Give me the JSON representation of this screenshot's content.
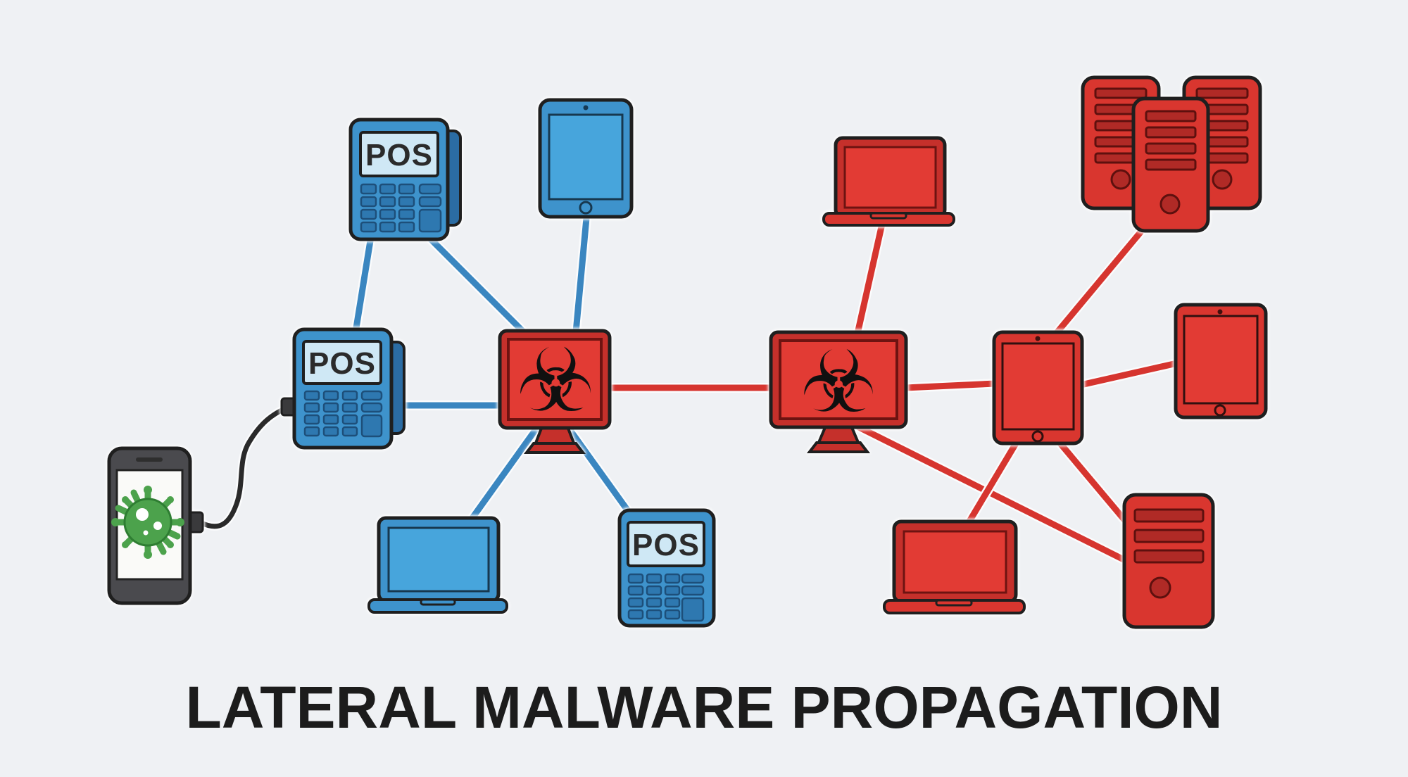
{
  "title": "LATERAL MALWARE PROPAGATION",
  "labels": {
    "pos": "POS",
    "biohazard_icon": "☣"
  },
  "colors": {
    "background": "#eff1f4",
    "blue_device": "#3e93cc",
    "blue_dark": "#2b6ca3",
    "blue_screen": "#cfe8f5",
    "blue_tablet_screen": "#47a5dc",
    "key_blue": "#2e78b0",
    "blue_line": "#3a86c0",
    "red_device": "#d9362f",
    "red_frame": "#c5302b",
    "red_screen": "#e23b34",
    "red_dark": "#b02a26",
    "red_line": "#d6352f",
    "phone_gray": "#4a4a4e",
    "virus_green": "#4ca24c",
    "virus_green_dark": "#2e7d32",
    "outline": "#1f1f1f",
    "title_color": "#1c1c1c"
  },
  "diagram": {
    "nodes": [
      {
        "id": "smartphone",
        "type": "smartphone",
        "status": "infection-source",
        "icon": "virus-icon"
      },
      {
        "id": "pos-terminal-1",
        "type": "pos-terminal",
        "label": "POS",
        "status": "clean-blue"
      },
      {
        "id": "pos-terminal-2",
        "type": "pos-terminal",
        "label": "POS",
        "status": "clean-blue"
      },
      {
        "id": "tablet-1",
        "type": "tablet",
        "status": "clean-blue"
      },
      {
        "id": "laptop-1",
        "type": "laptop",
        "status": "clean-blue"
      },
      {
        "id": "pos-terminal-3",
        "type": "pos-terminal",
        "label": "POS",
        "status": "clean-blue"
      },
      {
        "id": "desktop-1",
        "type": "desktop-monitor",
        "status": "infected-red",
        "icon": "biohazard-icon"
      },
      {
        "id": "desktop-2",
        "type": "desktop-monitor",
        "status": "infected-red",
        "icon": "biohazard-icon"
      },
      {
        "id": "laptop-2",
        "type": "laptop",
        "status": "infected-red"
      },
      {
        "id": "server-cluster",
        "type": "server-rack-group",
        "status": "infected-red"
      },
      {
        "id": "tablet-2",
        "type": "tablet",
        "status": "infected-red"
      },
      {
        "id": "tablet-3",
        "type": "tablet",
        "status": "infected-red"
      },
      {
        "id": "laptop-3",
        "type": "laptop",
        "status": "infected-red"
      },
      {
        "id": "server-1",
        "type": "server-tower",
        "status": "infected-red"
      }
    ],
    "edges": [
      {
        "from": "smartphone",
        "to": "pos-terminal-2",
        "kind": "usb-cable",
        "color": "black"
      },
      {
        "from": "pos-terminal-1",
        "to": "pos-terminal-2",
        "color": "blue"
      },
      {
        "from": "pos-terminal-1",
        "to": "desktop-1",
        "color": "blue"
      },
      {
        "from": "tablet-1",
        "to": "desktop-1",
        "color": "blue"
      },
      {
        "from": "pos-terminal-2",
        "to": "desktop-1",
        "color": "blue"
      },
      {
        "from": "laptop-1",
        "to": "desktop-1",
        "color": "blue"
      },
      {
        "from": "pos-terminal-3",
        "to": "desktop-1",
        "color": "blue"
      },
      {
        "from": "desktop-1",
        "to": "desktop-2",
        "color": "red"
      },
      {
        "from": "laptop-2",
        "to": "desktop-2",
        "color": "red"
      },
      {
        "from": "desktop-2",
        "to": "tablet-2",
        "color": "red"
      },
      {
        "from": "desktop-2",
        "to": "server-1",
        "color": "red"
      },
      {
        "from": "tablet-2",
        "to": "server-cluster",
        "color": "red"
      },
      {
        "from": "tablet-2",
        "to": "tablet-3",
        "color": "red"
      },
      {
        "from": "tablet-2",
        "to": "laptop-3",
        "color": "red"
      },
      {
        "from": "tablet-2",
        "to": "server-1",
        "color": "red"
      }
    ]
  }
}
